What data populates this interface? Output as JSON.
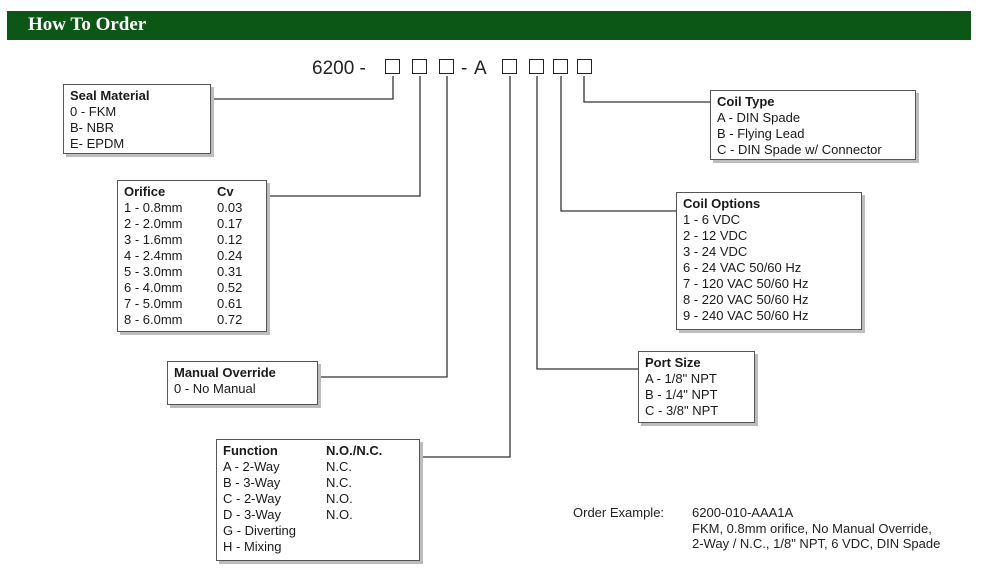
{
  "header": {
    "title": "How To Order"
  },
  "code": {
    "prefix": "6200 -",
    "mid_dash": "-",
    "mid_letter": "A"
  },
  "seal_material": {
    "title": "Seal Material",
    "items": [
      "0 -  FKM",
      "B-  NBR",
      "E-  EPDM"
    ]
  },
  "orifice": {
    "title": "Orifice",
    "cv_title": "Cv",
    "items": [
      {
        "label": "1  - 0.8mm",
        "cv": "0.03"
      },
      {
        "label": "2  - 2.0mm",
        "cv": "0.17"
      },
      {
        "label": "3  - 1.6mm",
        "cv": "0.12"
      },
      {
        "label": "4  - 2.4mm",
        "cv": "0.24"
      },
      {
        "label": "5  - 3.0mm",
        "cv": "0.31"
      },
      {
        "label": "6  - 4.0mm",
        "cv": "0.52"
      },
      {
        "label": "7  - 5.0mm",
        "cv": "0.61"
      },
      {
        "label": "8  - 6.0mm",
        "cv": "0.72"
      }
    ]
  },
  "manual_override": {
    "title": "Manual Override",
    "items": [
      "0 - No Manual"
    ]
  },
  "function": {
    "title": "Function",
    "nonc_title": "N.O./N.C.",
    "items": [
      {
        "label": "A  - 2-Way",
        "type": "N.C."
      },
      {
        "label": "B  - 3-Way",
        "type": "N.C."
      },
      {
        "label": "C  - 2-Way",
        "type": "N.O."
      },
      {
        "label": "D  - 3-Way",
        "type": "N.O."
      },
      {
        "label": "G  - Diverting",
        "type": ""
      },
      {
        "label": "H  - Mixing",
        "type": ""
      }
    ]
  },
  "coil_type": {
    "title": "Coil Type",
    "items": [
      "A - DIN Spade",
      "B - Flying Lead",
      "C - DIN Spade w/ Connector"
    ]
  },
  "coil_options": {
    "title": "Coil Options",
    "items": [
      "1  - 6 VDC",
      "2  - 12 VDC",
      "3  - 24 VDC",
      "6  - 24 VAC 50/60 Hz",
      "7  - 120 VAC 50/60 Hz",
      "8  - 220 VAC 50/60 Hz",
      "9  - 240 VAC 50/60 Hz"
    ]
  },
  "port_size": {
    "title": "Port Size",
    "items": [
      "A - 1/8\" NPT",
      "B - 1/4\" NPT",
      "C - 3/8\" NPT"
    ]
  },
  "order_example": {
    "label": "Order Example:",
    "lines": [
      "6200-010-AAA1A",
      "FKM, 0.8mm orifice, No Manual Override,",
      "2-Way / N.C., 1/8\" NPT, 6 VDC, DIN Spade"
    ]
  }
}
